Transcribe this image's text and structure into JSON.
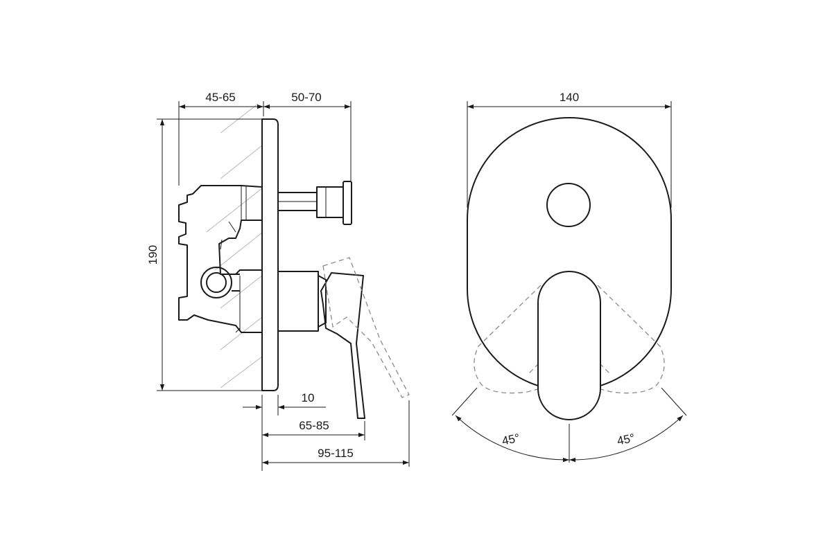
{
  "dimensions": {
    "recess_depth": "45-65",
    "extension": "50-70",
    "overall_height": "190",
    "plate_thickness": "10",
    "lever_reach": "65-85",
    "total_depth": "95-115",
    "plate_width": "140",
    "rotation_left": "45°",
    "rotation_right": "45°"
  }
}
